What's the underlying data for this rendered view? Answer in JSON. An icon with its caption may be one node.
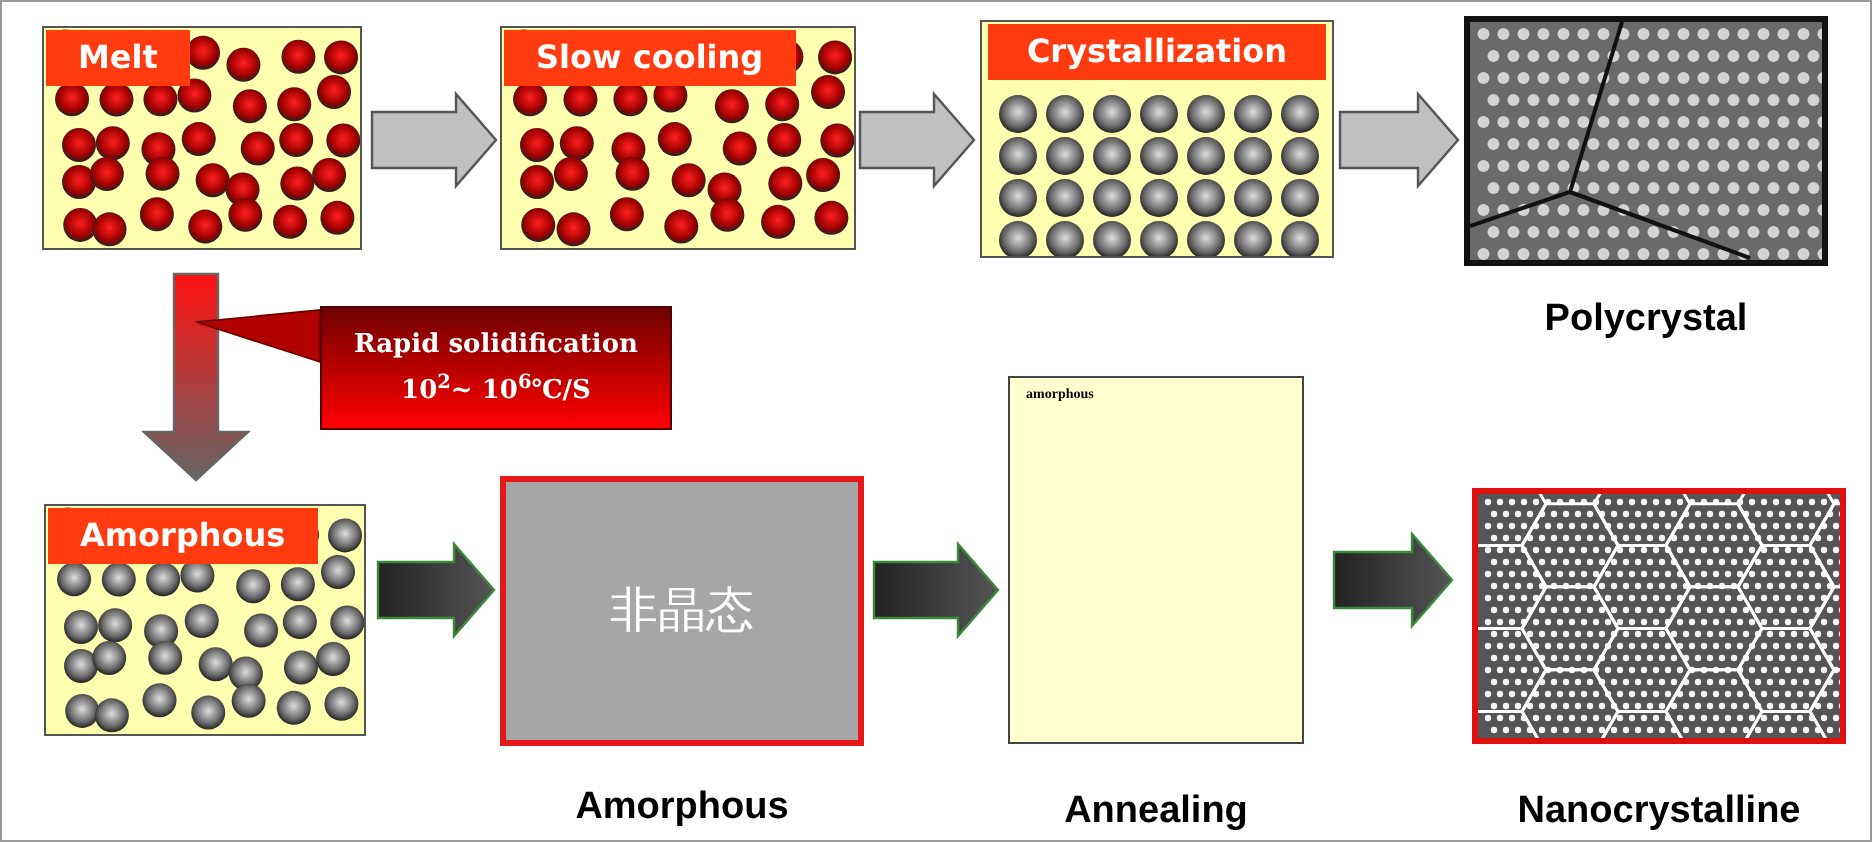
{
  "diagram": {
    "nodes": [
      {
        "text": [
          "Melt"
        ]
      },
      {
        "text": [
          "Slow cooling"
        ]
      },
      {
        "text": [
          "Crystallization"
        ]
      },
      {
        "text": [],
        "shape": "picture",
        "beside": [
          "Polycrystal"
        ]
      },
      {
        "text": [
          "Rapid solidification",
          "10$^{2}$~ 10$^{6}$℃/S"
        ]
      },
      {
        "text": [
          "Amorphous"
        ]
      },
      {
        "text": [
          "非晶态"
        ],
        "beside": [
          "Amorphous"
        ]
      },
      {
        "text": [
          "amorphous"
        ],
        "beside": [
          "Annealing"
        ]
      },
      {
        "text": [],
        "shape": "picture",
        "beside": [
          "Nanocrystalline"
        ]
      }
    ],
    "edges": [
      {
        "from": 0,
        "to": 1,
        "arrow": "to",
        "color": "#c0c0c0"
      },
      {
        "from": 1,
        "to": 2,
        "arrow": "to",
        "color": "#c0c0c0"
      },
      {
        "from": 2,
        "to": 3,
        "arrow": "to",
        "color": "#c0c0c0"
      },
      {
        "from": 0,
        "to": 5,
        "arrow": "to",
        "color": "#ff1010"
      },
      {
        "from": 5,
        "to": 6,
        "arrow": "to",
        "color": "#555555"
      },
      {
        "from": 6,
        "to": 7,
        "arrow": "to",
        "color": "#555555"
      },
      {
        "from": 7,
        "to": 8,
        "arrow": "to",
        "color": "#555555"
      }
    ]
  }
}
